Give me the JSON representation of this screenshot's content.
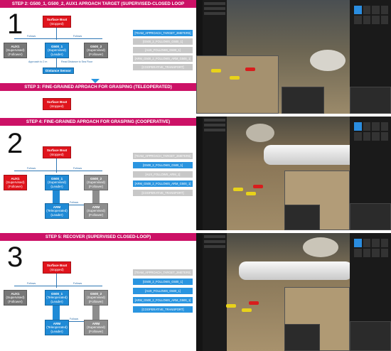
{
  "panels": [
    {
      "number": "1",
      "header": "STEP 2: G500_1, G500_2, AUX1 APROACH TARGET (SUPERVISED-CLOSED LOOP",
      "surface_boat": {
        "title": "Surface Boat",
        "sub": "(stopped)"
      },
      "follows_a": "Follows",
      "follows_b": "Follows",
      "aux1": {
        "title": "AUX1",
        "mode": "(Supervised)",
        "role": "(Follower)"
      },
      "g500_1": {
        "title": "G500_1",
        "mode": "(Supervised)",
        "role": "(Leader)"
      },
      "g500_2": {
        "title": "G500_2",
        "mode": "(Supervised)",
        "role": "(Follower)"
      },
      "approach": "Approach to 2 m",
      "read_distance": "Read Distance to Sea Floor",
      "distance_sensor": "Distance Sensor",
      "commands": [
        {
          "label": "[TEAM_APPROACH_TARGET_2METERS]",
          "active": true
        },
        {
          "label": "[G500_2_FOLLOWS_G500_1]",
          "active": false
        },
        {
          "label": "[AUX_FOLLOWS_G500_1]",
          "active": false
        },
        {
          "label": "[ARM_G500_2_FOLLOWS_ARM_G500_1]",
          "active": false
        },
        {
          "label": "[COOPERATIVE_TRANSPORT]",
          "active": false
        }
      ],
      "step3_header": "STEP 3: FINE-GRAINED APROACH FOR GRASPING (TELEOPERATED)",
      "step3_boat": {
        "title": "Surface Boat",
        "sub": "(stopped)"
      }
    },
    {
      "number": "2",
      "header": "STEP 4: FINE-GRAINED APROACH FOR GRASPING (COOPERATIVE)",
      "surface_boat": {
        "title": "Surface Boat",
        "sub": "(stopped)"
      },
      "follows_a": "Follows",
      "follows_b": "Follows",
      "aux1": {
        "title": "AUX1",
        "mode": "(Supervised)",
        "role": "(Follower)"
      },
      "g500_1": {
        "title": "G500_1",
        "mode": "(Supervised)",
        "role": "(Leader)"
      },
      "g500_2": {
        "title": "G500_2",
        "mode": "(Supervised)",
        "role": "(Follower)"
      },
      "arm_1": {
        "title": "ARM",
        "mode": "(Teleoperated)",
        "role": "(Leader)"
      },
      "arm_2": {
        "title": "ARM",
        "mode": "(Supervised)",
        "role": "(Follower)"
      },
      "arm_follows": "Follows",
      "commands": [
        {
          "label": "[TEAM_APPROACH_TARGET_2METERS]",
          "active": false
        },
        {
          "label": "[G500_2_FOLLOWS_G500_1]",
          "active": true
        },
        {
          "label": "[AUX_FOLLOWS_ARM_1]",
          "active": false
        },
        {
          "label": "[ARM_G500_2_FOLLOWS_ARM_G500_1]",
          "active": true
        },
        {
          "label": "[COOPERATIVE_TRANSPORT]",
          "active": false
        }
      ]
    },
    {
      "number": "3",
      "header": "STEP 5: RECOVER (SUPERVISED CLOSED-LOOP)",
      "surface_boat": {
        "title": "Surface Boat",
        "sub": "(stopped)"
      },
      "follows_a": "Follows",
      "follows_b": "Follows",
      "aux1": {
        "title": "AUX1",
        "mode": "(Supervised)",
        "role": "(Follower)"
      },
      "g500_1": {
        "title": "G500_1",
        "mode": "(Teleoperated)",
        "role": "(Leader)"
      },
      "g500_2": {
        "title": "G500_2",
        "mode": "(Supervised)",
        "role": "(Follower)"
      },
      "arm_1": {
        "title": "ARM",
        "mode": "(Teleoperated)",
        "role": "(Leader)"
      },
      "arm_2": {
        "title": "ARM",
        "mode": "(Supervised)",
        "role": "(Follower)"
      },
      "arm_follows": "Follows",
      "commands": [
        {
          "label": "[TEAM_APPROACH_TARGET_2METERS]",
          "active": false
        },
        {
          "label": "[G500_2_FOLLOWS_G500_1]",
          "active": true
        },
        {
          "label": "[AUX_FOLLOWS_G500_1]",
          "active": true
        },
        {
          "label": "[ARM_G500_2_FOLLOWS_ARM_G500_1]",
          "active": true
        },
        {
          "label": "[COOPERATIVE_TRANSPORT]",
          "active": true
        }
      ]
    }
  ],
  "colors": {
    "header": "#cc1166",
    "active_cmd": "#2a95e0",
    "inactive_cmd": "#c8c8c8",
    "boat": "#e0141c",
    "leader": "#1f8ad6"
  },
  "icons": [
    "arrow-down-icon"
  ]
}
